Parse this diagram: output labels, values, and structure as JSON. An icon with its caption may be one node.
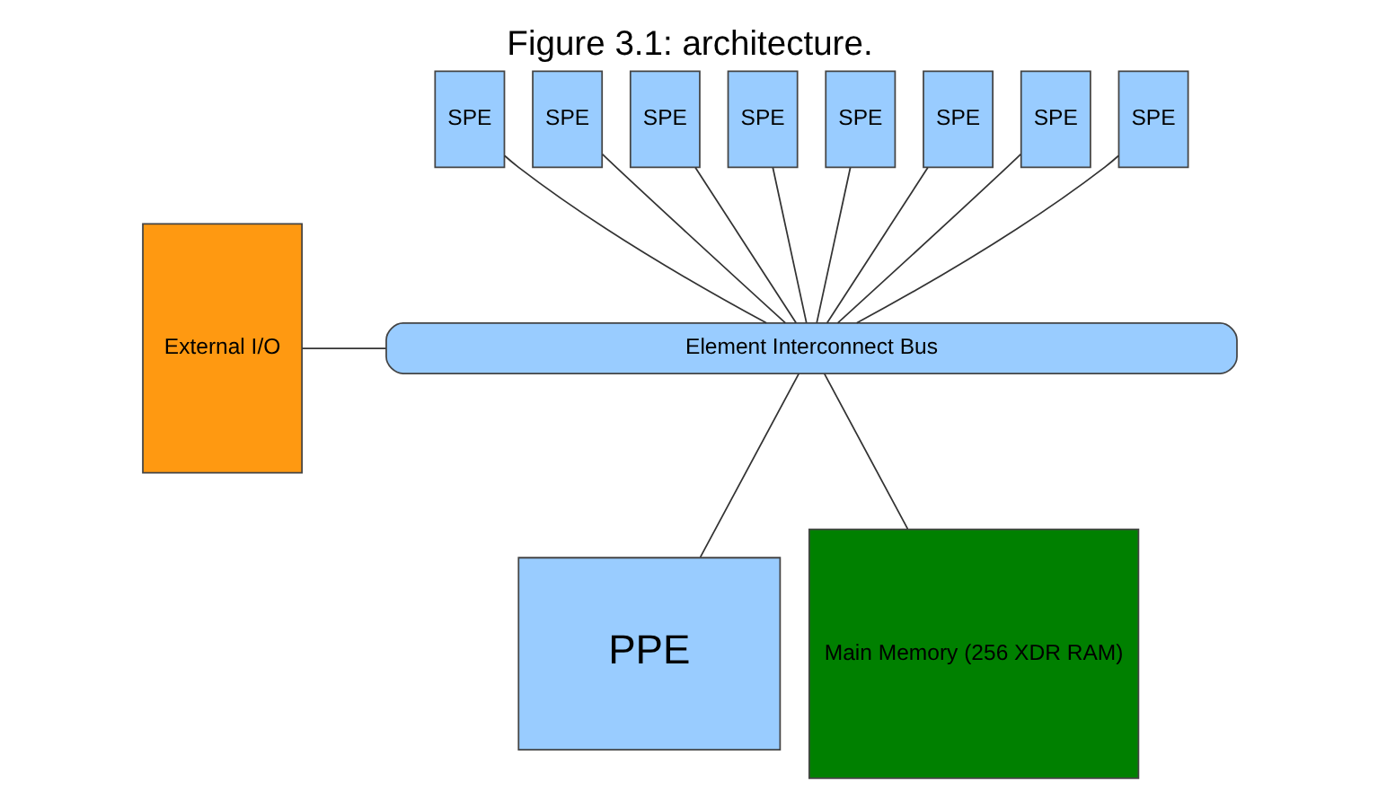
{
  "diagram": {
    "title": "Figure 3.1: architecture.",
    "nodes": [
      {
        "text": [
          "SPE"
        ]
      },
      {
        "text": [
          "SPE"
        ]
      },
      {
        "text": [
          "SPE"
        ]
      },
      {
        "text": [
          "SPE"
        ]
      },
      {
        "text": [
          "SPE"
        ]
      },
      {
        "text": [
          "SPE"
        ]
      },
      {
        "text": [
          "SPE"
        ]
      },
      {
        "text": [
          "SPE"
        ]
      },
      {
        "text": [
          "Element Interconnect Bus"
        ]
      },
      {
        "text": [
          "External I/O"
        ]
      },
      {
        "text": [
          "PPE"
        ]
      },
      {
        "text": [
          "Main Memory (256 XDR RAM)"
        ]
      }
    ],
    "edges": [
      {
        "from": 0,
        "to": 8,
        "arrow": "none"
      },
      {
        "from": 1,
        "to": 8,
        "arrow": "none"
      },
      {
        "from": 2,
        "to": 8,
        "arrow": "none"
      },
      {
        "from": 3,
        "to": 8,
        "arrow": "none"
      },
      {
        "from": 4,
        "to": 8,
        "arrow": "none"
      },
      {
        "from": 5,
        "to": 8,
        "arrow": "none"
      },
      {
        "from": 6,
        "to": 8,
        "arrow": "none"
      },
      {
        "from": 7,
        "to": 8,
        "arrow": "none"
      },
      {
        "from": 9,
        "to": 8,
        "arrow": "none"
      },
      {
        "from": 8,
        "to": 10,
        "arrow": "none"
      },
      {
        "from": 8,
        "to": 11,
        "arrow": "none"
      }
    ]
  }
}
